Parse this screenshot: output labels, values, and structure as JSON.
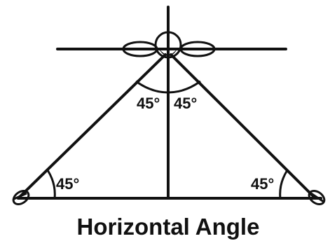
{
  "diagram": {
    "angles": {
      "top_left": "45°",
      "top_right": "45°",
      "bottom_left": "45°",
      "bottom_right": "45°"
    },
    "caption": "Horizontal Angle"
  }
}
